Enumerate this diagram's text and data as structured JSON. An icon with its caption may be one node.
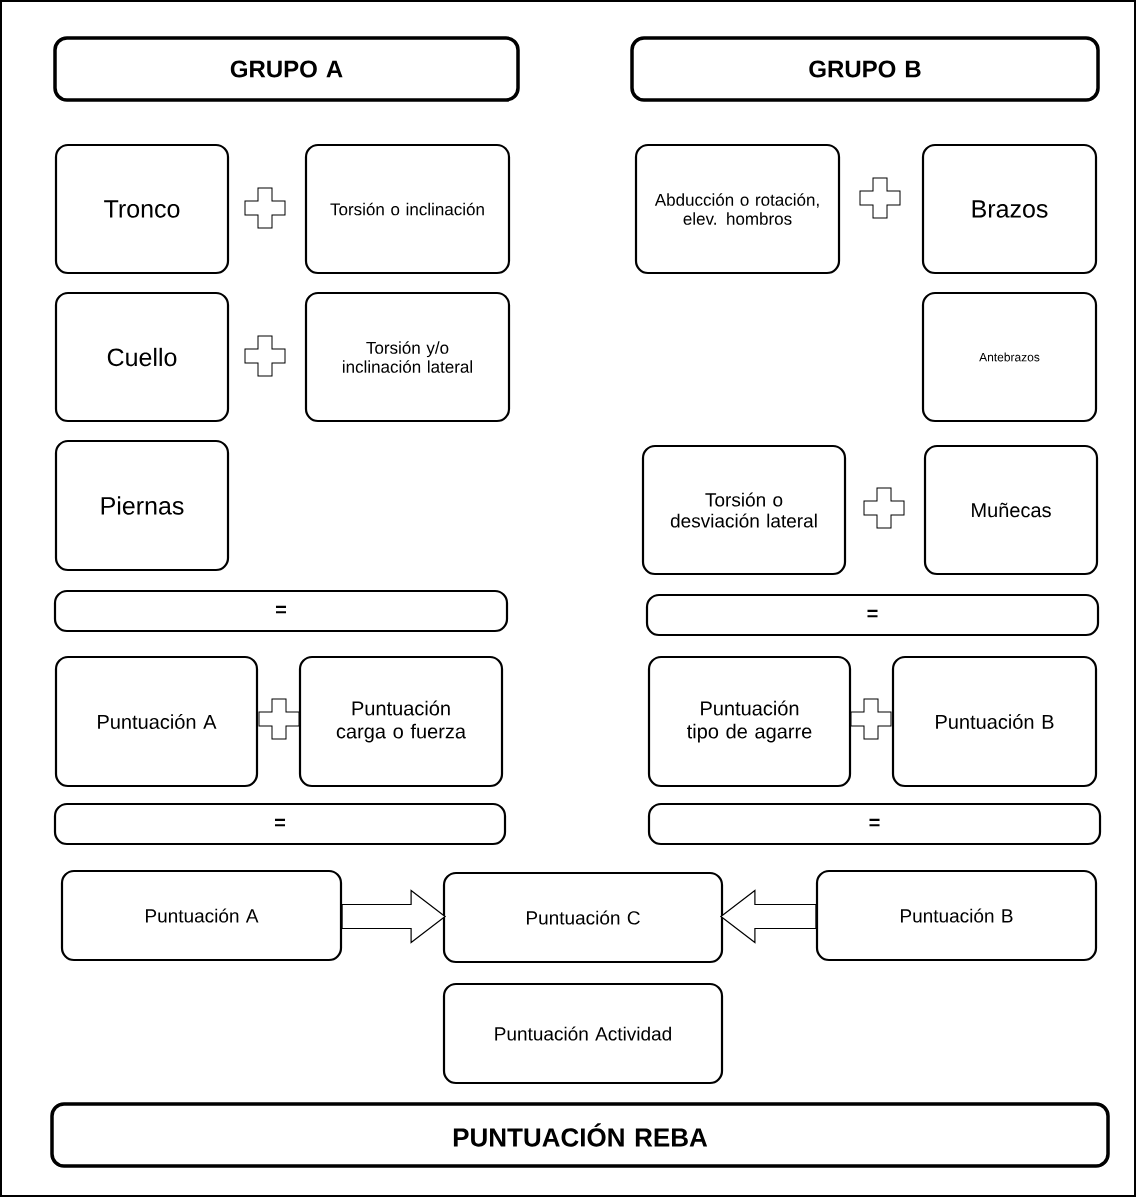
{
  "diagram": {
    "nodes": [
      {
        "text": [
          "GRUPO A"
        ]
      },
      {
        "text": [
          "GRUPO B"
        ]
      },
      {
        "text": [
          "Tronco"
        ]
      },
      {
        "text": [
          "Torsión o inclinación"
        ]
      },
      {
        "text": [
          "Abducción o rotación, elev. hombros"
        ]
      },
      {
        "text": [
          "Brazos"
        ]
      },
      {
        "text": [
          "Cuello"
        ]
      },
      {
        "text": [
          "Torsión y/o inclinación lateral"
        ]
      },
      {
        "text": [
          "Antebrazos"
        ]
      },
      {
        "text": [
          "Piernas"
        ]
      },
      {
        "text": [
          "Torsión o desviación lateral"
        ]
      },
      {
        "text": [
          "Muñecas"
        ]
      },
      {
        "text": [
          "="
        ]
      },
      {
        "text": [
          "="
        ]
      },
      {
        "text": [
          "Puntuación A"
        ]
      },
      {
        "text": [
          "Puntuación carga o fuerza"
        ]
      },
      {
        "text": [
          "Puntuación tipo de agarre"
        ]
      },
      {
        "text": [
          "Puntuación B"
        ]
      },
      {
        "text": [
          "="
        ]
      },
      {
        "text": [
          "="
        ]
      },
      {
        "text": [
          "Puntuación A"
        ]
      },
      {
        "text": [
          "Puntuación C"
        ]
      },
      {
        "text": [
          "Puntuación B"
        ]
      },
      {
        "text": [
          "Puntuación Actividad"
        ]
      },
      {
        "text": [
          "PUNTUACIÓN REBA"
        ]
      }
    ],
    "edges": [
      {
        "from": 20,
        "to": 21,
        "arrow": "to"
      },
      {
        "from": 22,
        "to": 21,
        "arrow": "to"
      }
    ]
  }
}
